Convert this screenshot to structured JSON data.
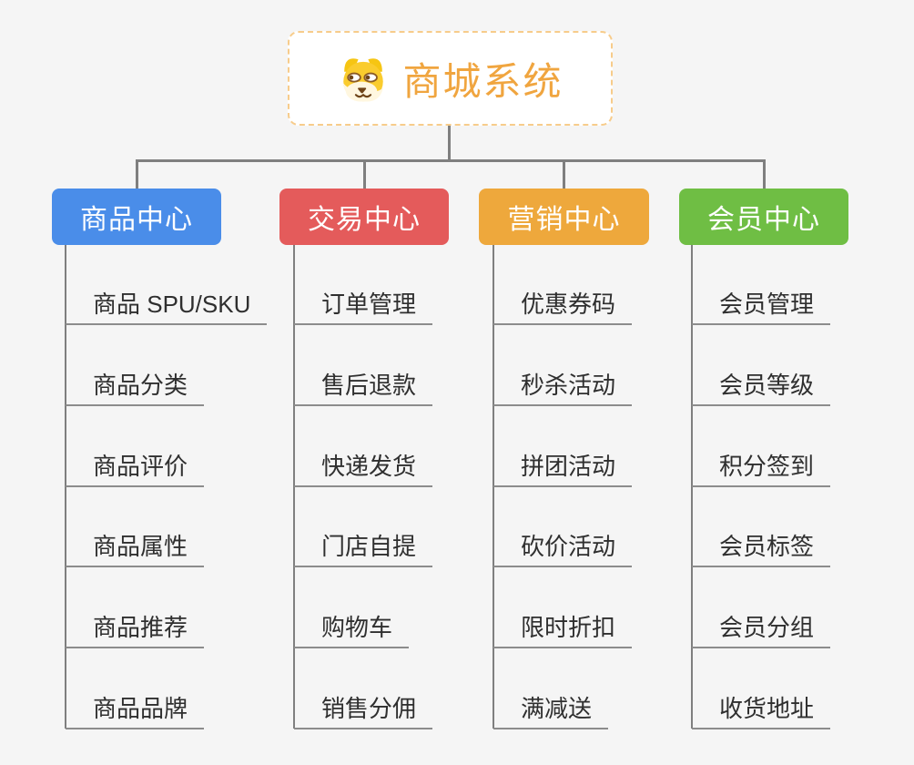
{
  "root": {
    "title": "商城系统",
    "title_color": "#F0A53F",
    "border_color": "#F7CC8B",
    "icon": "dog-face-icon"
  },
  "colors": {
    "background": "#F5F5F5",
    "connector": "#7F7F7F",
    "leaf_underline": "#8C8C8C",
    "leaf_text": "#2F2F2F"
  },
  "branches": [
    {
      "label": "商品中心",
      "color": "#4A8DE9",
      "items": [
        "商品 SPU/SKU",
        "商品分类",
        "商品评价",
        "商品属性",
        "商品推荐",
        "商品品牌"
      ]
    },
    {
      "label": "交易中心",
      "color": "#E45B5B",
      "items": [
        "订单管理",
        "售后退款",
        "快递发货",
        "门店自提",
        "购物车",
        "销售分佣"
      ]
    },
    {
      "label": "营销中心",
      "color": "#EEA83C",
      "items": [
        "优惠券码",
        "秒杀活动",
        "拼团活动",
        "砍价活动",
        "限时折扣",
        "满减送"
      ]
    },
    {
      "label": "会员中心",
      "color": "#6FBE44",
      "items": [
        "会员管理",
        "会员等级",
        "积分签到",
        "会员标签",
        "会员分组",
        "收货地址"
      ]
    }
  ]
}
